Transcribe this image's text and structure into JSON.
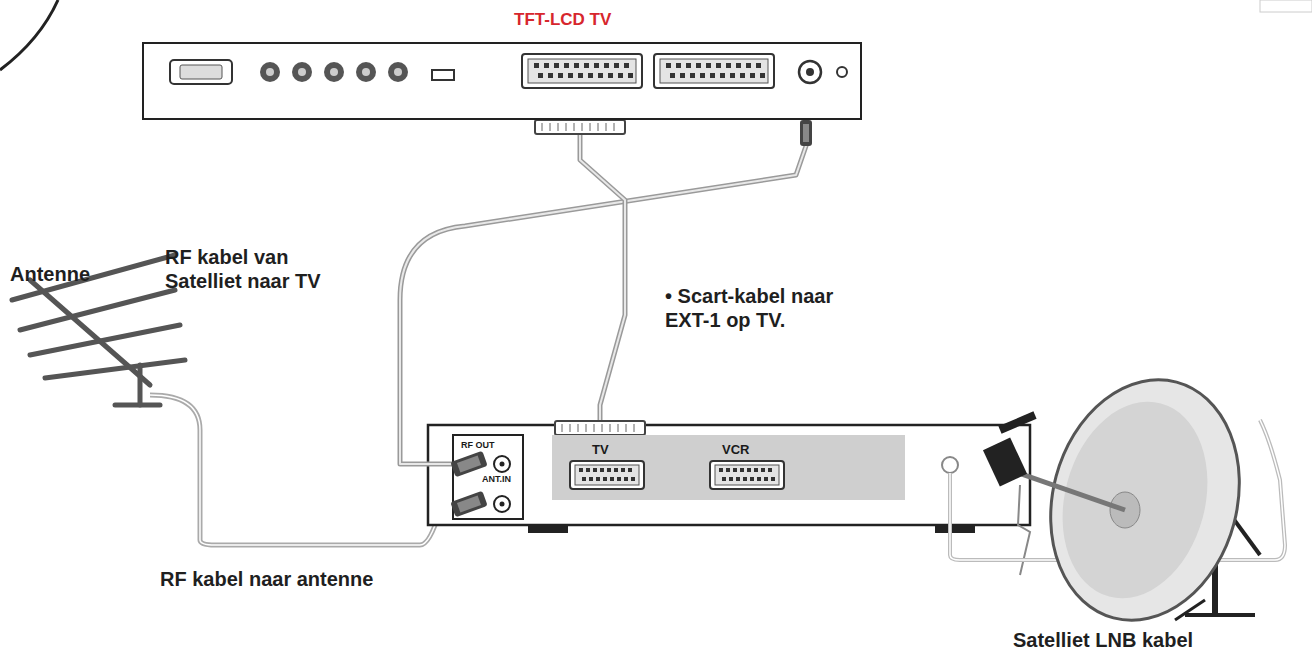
{
  "diagram": {
    "nodes": [
      {
        "text": [
          "TFT-LCD TV"
        ]
      },
      {
        "text": [
          "RF OUT",
          "ANT.IN"
        ]
      },
      {
        "text": [
          "TV",
          "VCR"
        ]
      }
    ],
    "edges": [
      {
        "from": 2,
        "to": 0,
        "arrow": "none"
      },
      {
        "from": 1,
        "to": 0,
        "arrow": "none"
      }
    ],
    "labels": [
      "Antenne",
      "RF kabel van Satelliet naar TV",
      "• Scart-kabel naar EXT-1 op TV.",
      "RF kabel naar antenne",
      "Satelliet LNB kabel"
    ]
  }
}
